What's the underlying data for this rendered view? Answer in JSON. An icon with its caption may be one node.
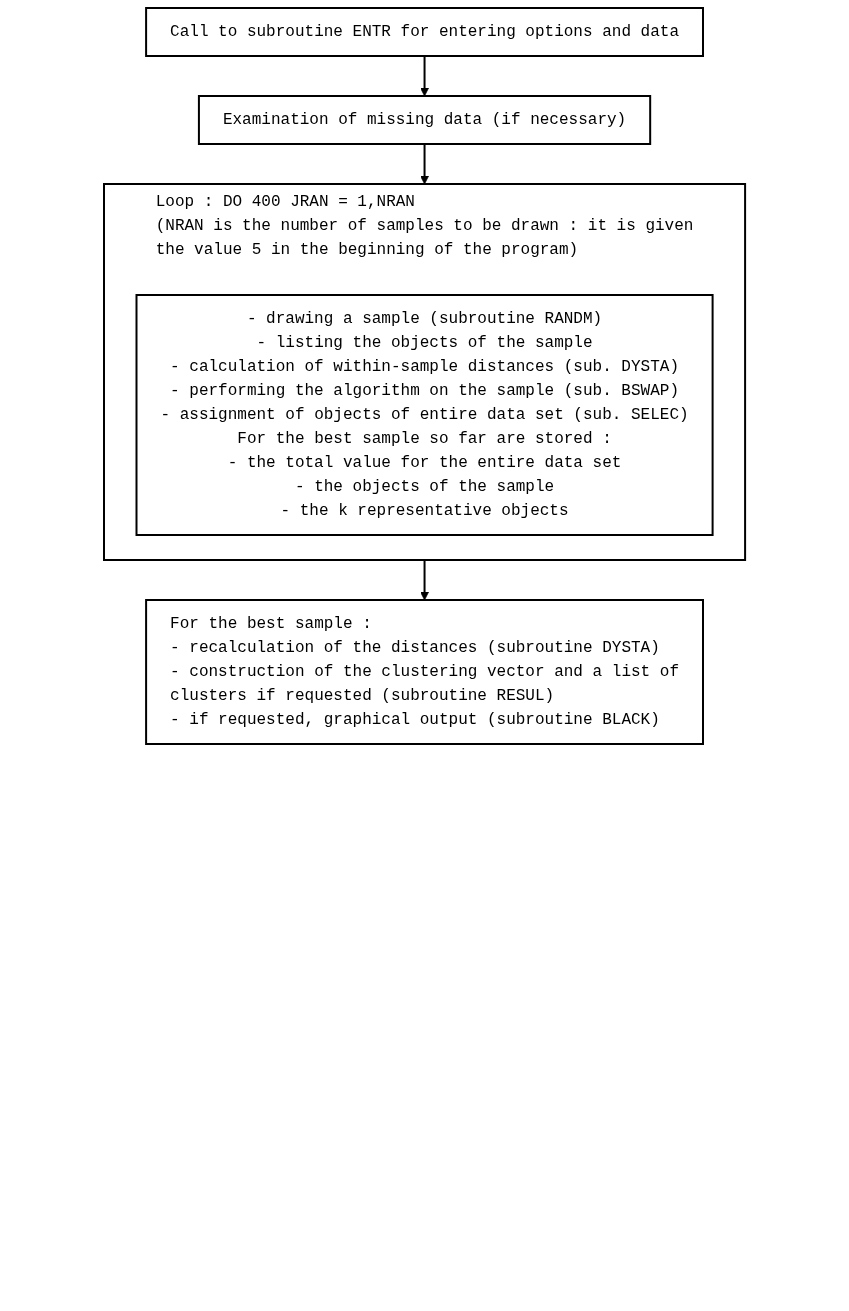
{
  "diagram": {
    "nodes": [
      {
        "text": [
          "Call to subroutine ENTR for entering options and data"
        ]
      },
      {
        "text": [
          "Examination of missing data (if necessary)"
        ]
      },
      {
        "text": [
          "Loop : DO 400 JRAN = 1,NRAN",
          "(NRAN is the number of samples to be drawn : it is given the value 5 in the beginning of the program)"
        ]
      },
      {
        "text": [
          "- drawing a sample (subroutine RANDM)",
          "- listing the objects of the sample",
          "- calculation of within-sample distances (sub. DYSTA)",
          "- performing the algorithm on the sample (sub. BSWAP)",
          "- assignment of objects of entire data set (sub. SELEC)",
          "For the best sample so far are stored :",
          "- the total value for the entire data set",
          "- the objects of the sample",
          "- the k representative objects"
        ],
        "in": 2
      },
      {
        "text": [
          "For the best sample :",
          "- recalculation of the distances (subroutine DYSTA)",
          "- construction of the clustering vector and a list of clusters if requested (subroutine RESUL)",
          "- if requested, graphical output (subroutine BLACK)"
        ]
      }
    ],
    "edges": [
      {
        "from": 0,
        "to": 1,
        "arrow": "to"
      },
      {
        "from": 1,
        "to": 2,
        "arrow": "to"
      },
      {
        "from": 2,
        "to": 4,
        "arrow": "to"
      }
    ]
  }
}
